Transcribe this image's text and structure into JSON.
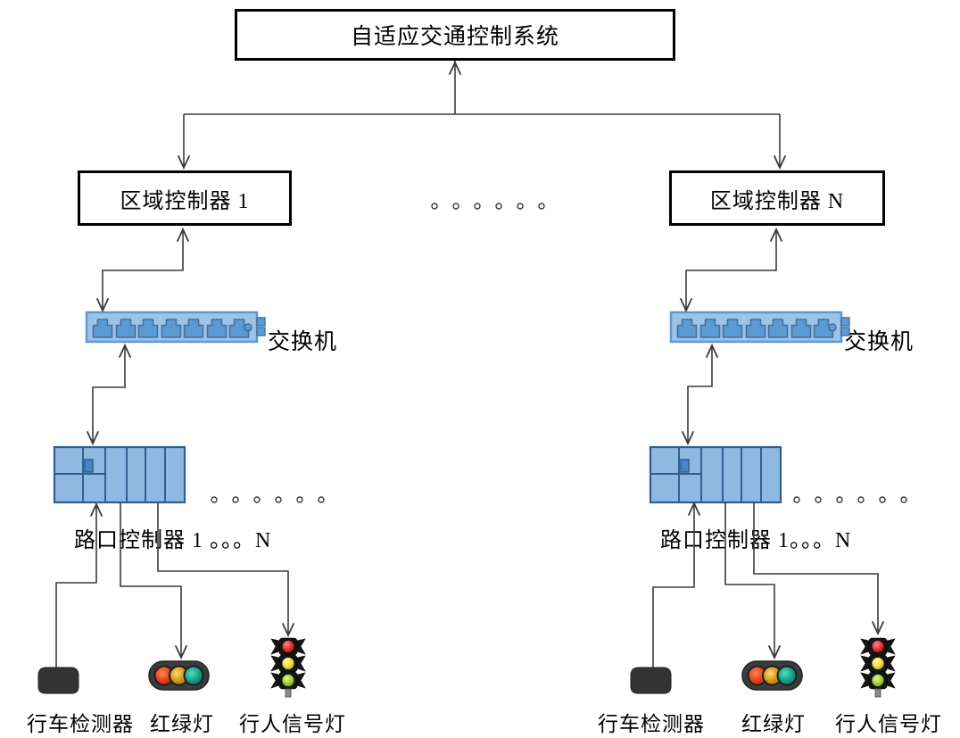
{
  "diagram": {
    "title": "自适应交通控制系统",
    "region_left": "区域控制器 1",
    "region_right": "区域控制器 N",
    "ellipsis": "。。。。。。",
    "switch_label": "交换机",
    "plc_label_left": "路口控制器 1 。。。N",
    "plc_label_right": "路口控制器 1。。。N",
    "device_detector": "行车检测器",
    "device_signal": "红绿灯",
    "device_pedestrian": "行人信号灯",
    "colors": {
      "switch_body": "#9dc3e6",
      "switch_port": "#5b9bd5",
      "switch_port_border": "#41719c",
      "plc_fill": "#8fb9e0",
      "plc_border": "#2e5f92",
      "connector_line": "#3a3a3a",
      "box_border": "#000000",
      "signal_red": "#e8431f",
      "signal_amber": "#d49a1e",
      "signal_teal": "#17a389",
      "pedestrian_red": "#e63232",
      "pedestrian_yellow": "#f2e13a",
      "pedestrian_green": "#a8d03a"
    }
  }
}
